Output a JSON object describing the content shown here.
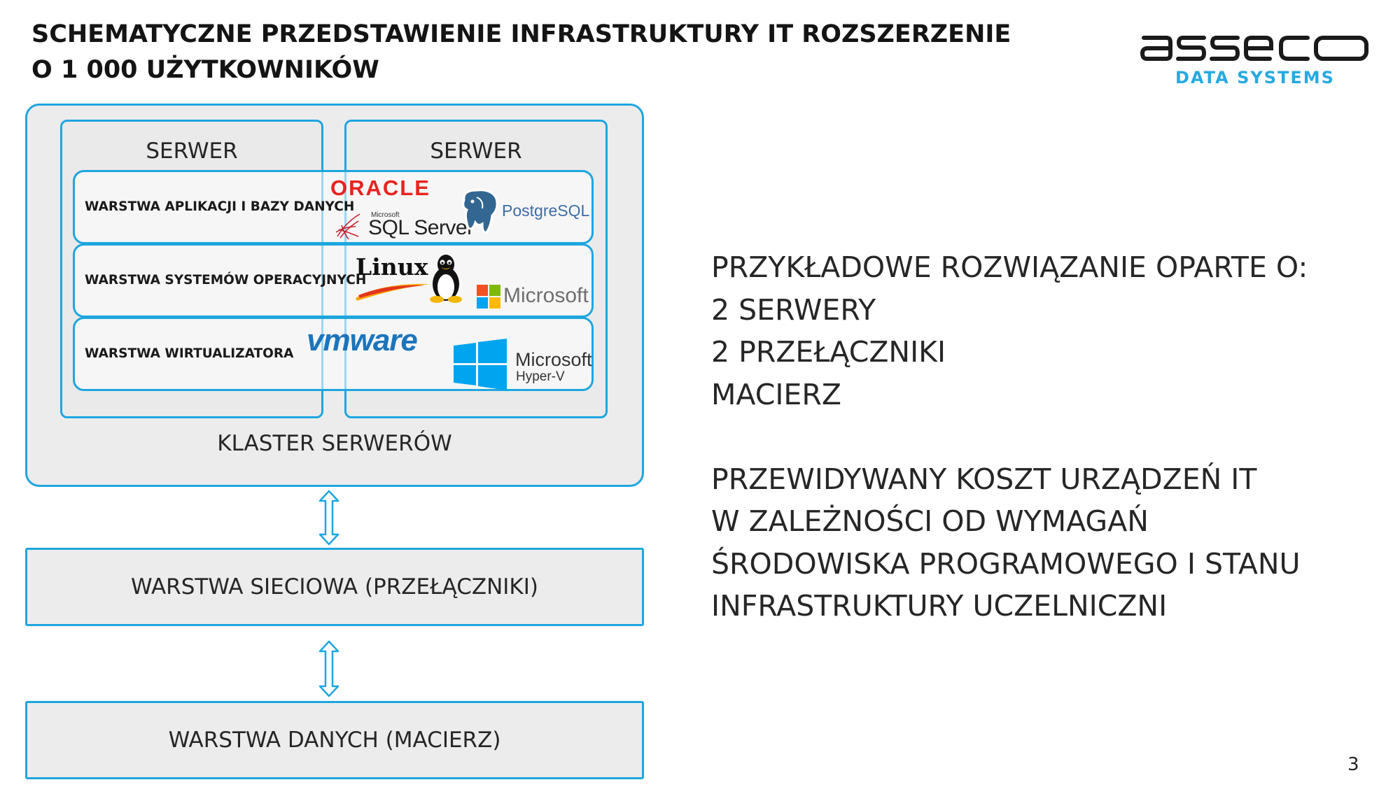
{
  "title": "SCHEMATYCZNE PRZEDSTAWIENIE INFRASTRUKTURY IT ROZSZERZENIE O 1 000 UŻYTKOWNIKÓW",
  "logo": {
    "wordmark": "asseco",
    "subtitle": "DATA SYSTEMS",
    "wordmark_color": "#1a1a1a",
    "subtitle_color": "#27a9e1"
  },
  "diagram": {
    "servers": [
      "SERWER",
      "SERWER"
    ],
    "layers": [
      {
        "label": "WARSTWA APLIKACJI I BAZY DANYCH"
      },
      {
        "label": "WARSTWA SYSTEMÓW OPERACYJNYCH"
      },
      {
        "label": "WARSTWA WIRTUALIZATORA"
      }
    ],
    "cluster_label": "KLASTER SERWERÓW",
    "network_layer": "WARSTWA SIECIOWA (PRZEŁĄCZNIKI)",
    "data_layer": "WARSTWA DANYCH (MACIERZ)",
    "logos": {
      "oracle": "ORACLE",
      "sql_small": "Microsoft",
      "sql_big": "SQL Server",
      "postgres": "PostgreSQL",
      "linux": "Linux",
      "microsoft": "Microsoft",
      "vmware": "vmware",
      "hyperv_ms": "Microsoft",
      "hyperv_sub": "Hyper-V"
    },
    "accent_color": "#1ea6df",
    "box_fill": "#ececec"
  },
  "right_text": {
    "block1": [
      "PRZYKŁADOWE ROZWIĄZANIE OPARTE O:",
      "2 SERWERY",
      "2 PRZEŁĄCZNIKI",
      "MACIERZ"
    ],
    "block2": [
      "PRZEWIDYWANY KOSZT URZĄDZEŃ IT",
      "W ZALEŻNOŚCI OD WYMAGAŃ",
      "ŚRODOWISKA PROGRAMOWEGO I STANU",
      "INFRASTRUKTURY UCZELNICZNI"
    ]
  },
  "page_number": "3"
}
